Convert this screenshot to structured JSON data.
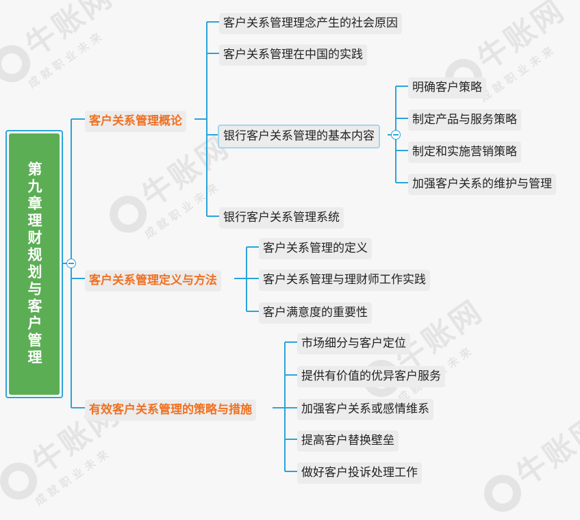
{
  "root": {
    "label": "第九章理财规划与客户管理"
  },
  "branches": [
    {
      "label": "客户关系管理概论",
      "children": [
        {
          "label": "客户关系管理理念产生的社会原因"
        },
        {
          "label": "客户关系管理在中国的实践"
        },
        {
          "label": "银行客户关系管理的基本内容",
          "children": [
            {
              "label": "明确客户策略"
            },
            {
              "label": "制定产品与服务策略"
            },
            {
              "label": "制定和实施营销策略"
            },
            {
              "label": "加强客户关系的维护与管理"
            }
          ]
        },
        {
          "label": "银行客户关系管理系统"
        }
      ]
    },
    {
      "label": "客户关系管理定义与方法",
      "children": [
        {
          "label": "客户关系管理的定义"
        },
        {
          "label": "客户关系管理与理财师工作实践"
        },
        {
          "label": "客户满意度的重要性"
        }
      ]
    },
    {
      "label": "有效客户关系管理的策略与措施",
      "children": [
        {
          "label": "市场细分与客户定位"
        },
        {
          "label": "提供有价值的优异客户服务"
        },
        {
          "label": "加强客户关系或感情维系"
        },
        {
          "label": "提高客户替换壁垒"
        },
        {
          "label": "做好客户投诉处理工作"
        }
      ]
    }
  ],
  "watermark": {
    "brand": "牛账网",
    "slogan": "成就职业未来"
  },
  "colors": {
    "line": "#29a3d8",
    "root_bg": "#5cae55",
    "level1_text": "#f07020",
    "node_bg": "#ececec"
  }
}
